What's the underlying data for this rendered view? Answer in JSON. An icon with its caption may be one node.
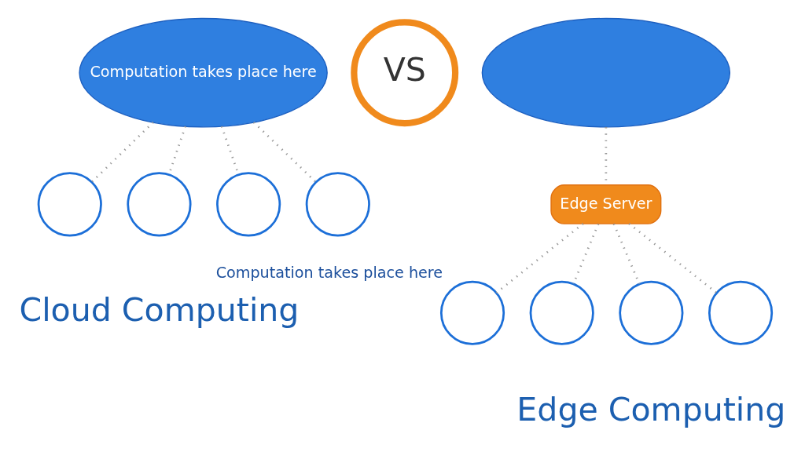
{
  "diagram": {
    "nodes": [
      {
        "text": [
          "Computation takes place here"
        ]
      },
      {
        "text": [],
        "shape": "circle"
      },
      {
        "text": [],
        "shape": "circle"
      },
      {
        "text": [],
        "shape": "circle"
      },
      {
        "text": [],
        "shape": "circle"
      },
      {
        "text": [
          "VS"
        ]
      },
      {
        "text": [],
        "shape": "cloud"
      },
      {
        "text": [
          "Edge Server"
        ]
      },
      {
        "text": [],
        "shape": "circle",
        "beside": [
          "Computation takes place here"
        ]
      },
      {
        "text": [],
        "shape": "circle"
      },
      {
        "text": [],
        "shape": "circle"
      },
      {
        "text": [],
        "shape": "circle"
      }
    ],
    "edges": [
      {
        "from": 0,
        "to": 1,
        "arrow": "none"
      },
      {
        "from": 0,
        "to": 2,
        "arrow": "none"
      },
      {
        "from": 0,
        "to": 3,
        "arrow": "none"
      },
      {
        "from": 0,
        "to": 4,
        "arrow": "none"
      },
      {
        "from": 6,
        "to": 7,
        "arrow": "none"
      },
      {
        "from": 7,
        "to": 8,
        "arrow": "none"
      },
      {
        "from": 7,
        "to": 9,
        "arrow": "none"
      },
      {
        "from": 7,
        "to": 10,
        "arrow": "none"
      },
      {
        "from": 7,
        "to": 11,
        "arrow": "none"
      }
    ],
    "labels": [
      "Cloud Computing",
      "Edge Computing"
    ]
  }
}
